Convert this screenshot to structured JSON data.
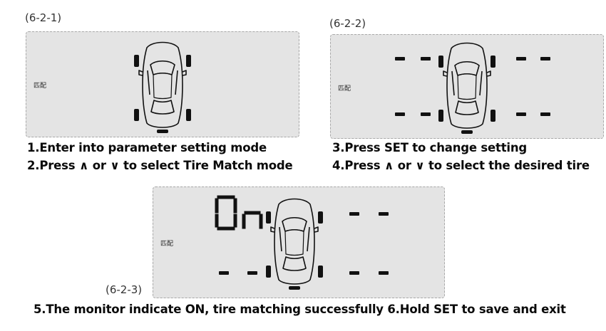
{
  "figures": {
    "fig1": {
      "label": "(6-2-1)",
      "match_label": "匹配"
    },
    "fig2": {
      "label": "(6-2-2)",
      "match_label": "匹配"
    },
    "fig3": {
      "label": "(6-2-3)",
      "match_label": "匹配",
      "display_text": "On"
    }
  },
  "captions": {
    "step1": "1.Enter into parameter setting mode",
    "step2": "2.Press ∧ or ∨ to select Tire Match mode",
    "step3": "3.Press SET to change setting",
    "step4": "4.Press ∧ or ∨ to select the desired tire",
    "step5": "5.The monitor indicate ON, tire matching successfully 6.Hold SET to save and exit"
  },
  "colors": {
    "panel_bg": "#e4e4e4",
    "segment": "#111111"
  }
}
